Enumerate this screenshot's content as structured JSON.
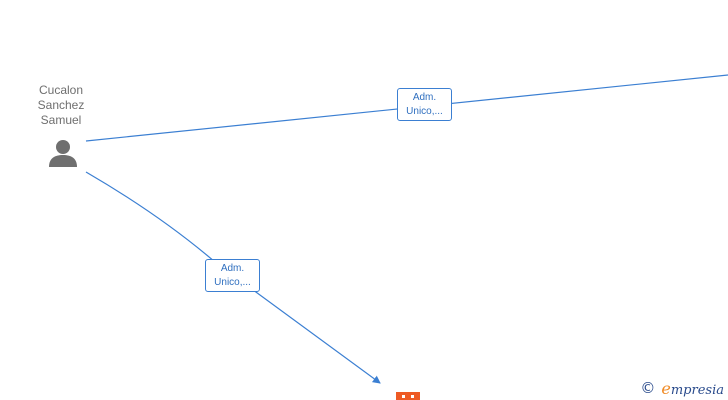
{
  "person": {
    "name_lines": [
      "Cucalon",
      "Sanchez",
      "Samuel"
    ],
    "icon": "person-icon"
  },
  "edges": [
    {
      "label_line1": "Adm.",
      "label_line2": "Unico,..."
    },
    {
      "label_line1": "Adm.",
      "label_line2": "Unico,..."
    }
  ],
  "company": {
    "icon": "building-icon"
  },
  "watermark": {
    "symbol": "©",
    "brand_first": "e",
    "brand_rest": "mpresia"
  },
  "colors": {
    "edge": "#3b7fd2",
    "node_person": "#6f6f6f",
    "node_company": "#ee5a24",
    "brand": "#2a4b8c"
  }
}
